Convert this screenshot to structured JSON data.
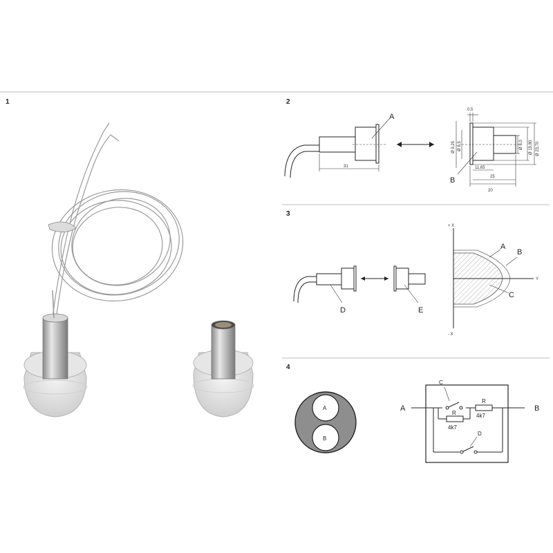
{
  "panels": {
    "p1": {
      "number": "1"
    },
    "p2": {
      "number": "2",
      "label_a": "A",
      "label_b": "B",
      "dims": {
        "length": "31",
        "d_top": "0,5",
        "d_925": "Ø 9,25",
        "d_85": "Ø 8,5",
        "d_80": "Ø 8,0",
        "d_1980": "Ø 19,80",
        "d_2370": "Ø 23,70",
        "d_1165": "11,65",
        "d_25": "25",
        "d_20": "20"
      }
    },
    "p3": {
      "number": "3",
      "label_a": "A",
      "label_b": "B",
      "label_c": "C",
      "label_d": "D",
      "label_e": "E",
      "axis_px": "+ X",
      "axis_nx": "- X",
      "axis_y": "Y"
    },
    "p4": {
      "number": "4",
      "label_a": "A",
      "label_b": "B",
      "label_c": "C",
      "label_d": "D",
      "node_a": "A",
      "node_b": "B",
      "r1_symbol": "R",
      "r1_value": "4k7",
      "r2_symbol": "R",
      "r2_value": "4k7"
    }
  }
}
